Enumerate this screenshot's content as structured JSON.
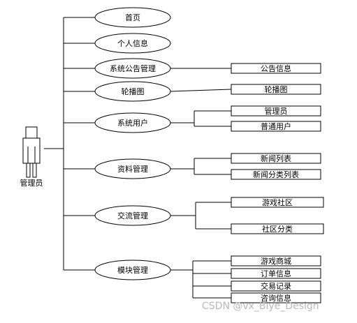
{
  "actor": {
    "label": "管理员"
  },
  "use_cases": [
    {
      "id": "uc-home",
      "label": "首页",
      "children": []
    },
    {
      "id": "uc-profile",
      "label": "个人信息",
      "children": []
    },
    {
      "id": "uc-notice",
      "label": "系统公告管理",
      "children": [
        "公告信息"
      ]
    },
    {
      "id": "uc-carousel",
      "label": "轮播图",
      "children": [
        "轮播图"
      ]
    },
    {
      "id": "uc-users",
      "label": "系统用户",
      "children": [
        "管理员",
        "普通用户"
      ]
    },
    {
      "id": "uc-materials",
      "label": "资料管理",
      "children": [
        "新闻列表",
        "新闻分类列表"
      ]
    },
    {
      "id": "uc-exchange",
      "label": "交流管理",
      "children": [
        "游戏社区",
        "社区分类"
      ]
    },
    {
      "id": "uc-modules",
      "label": "模块管理",
      "children": [
        "游戏商城",
        "订单信息",
        "交易记录",
        "咨询信息"
      ]
    }
  ],
  "watermark": "CSDN @vx_Biye_Design"
}
